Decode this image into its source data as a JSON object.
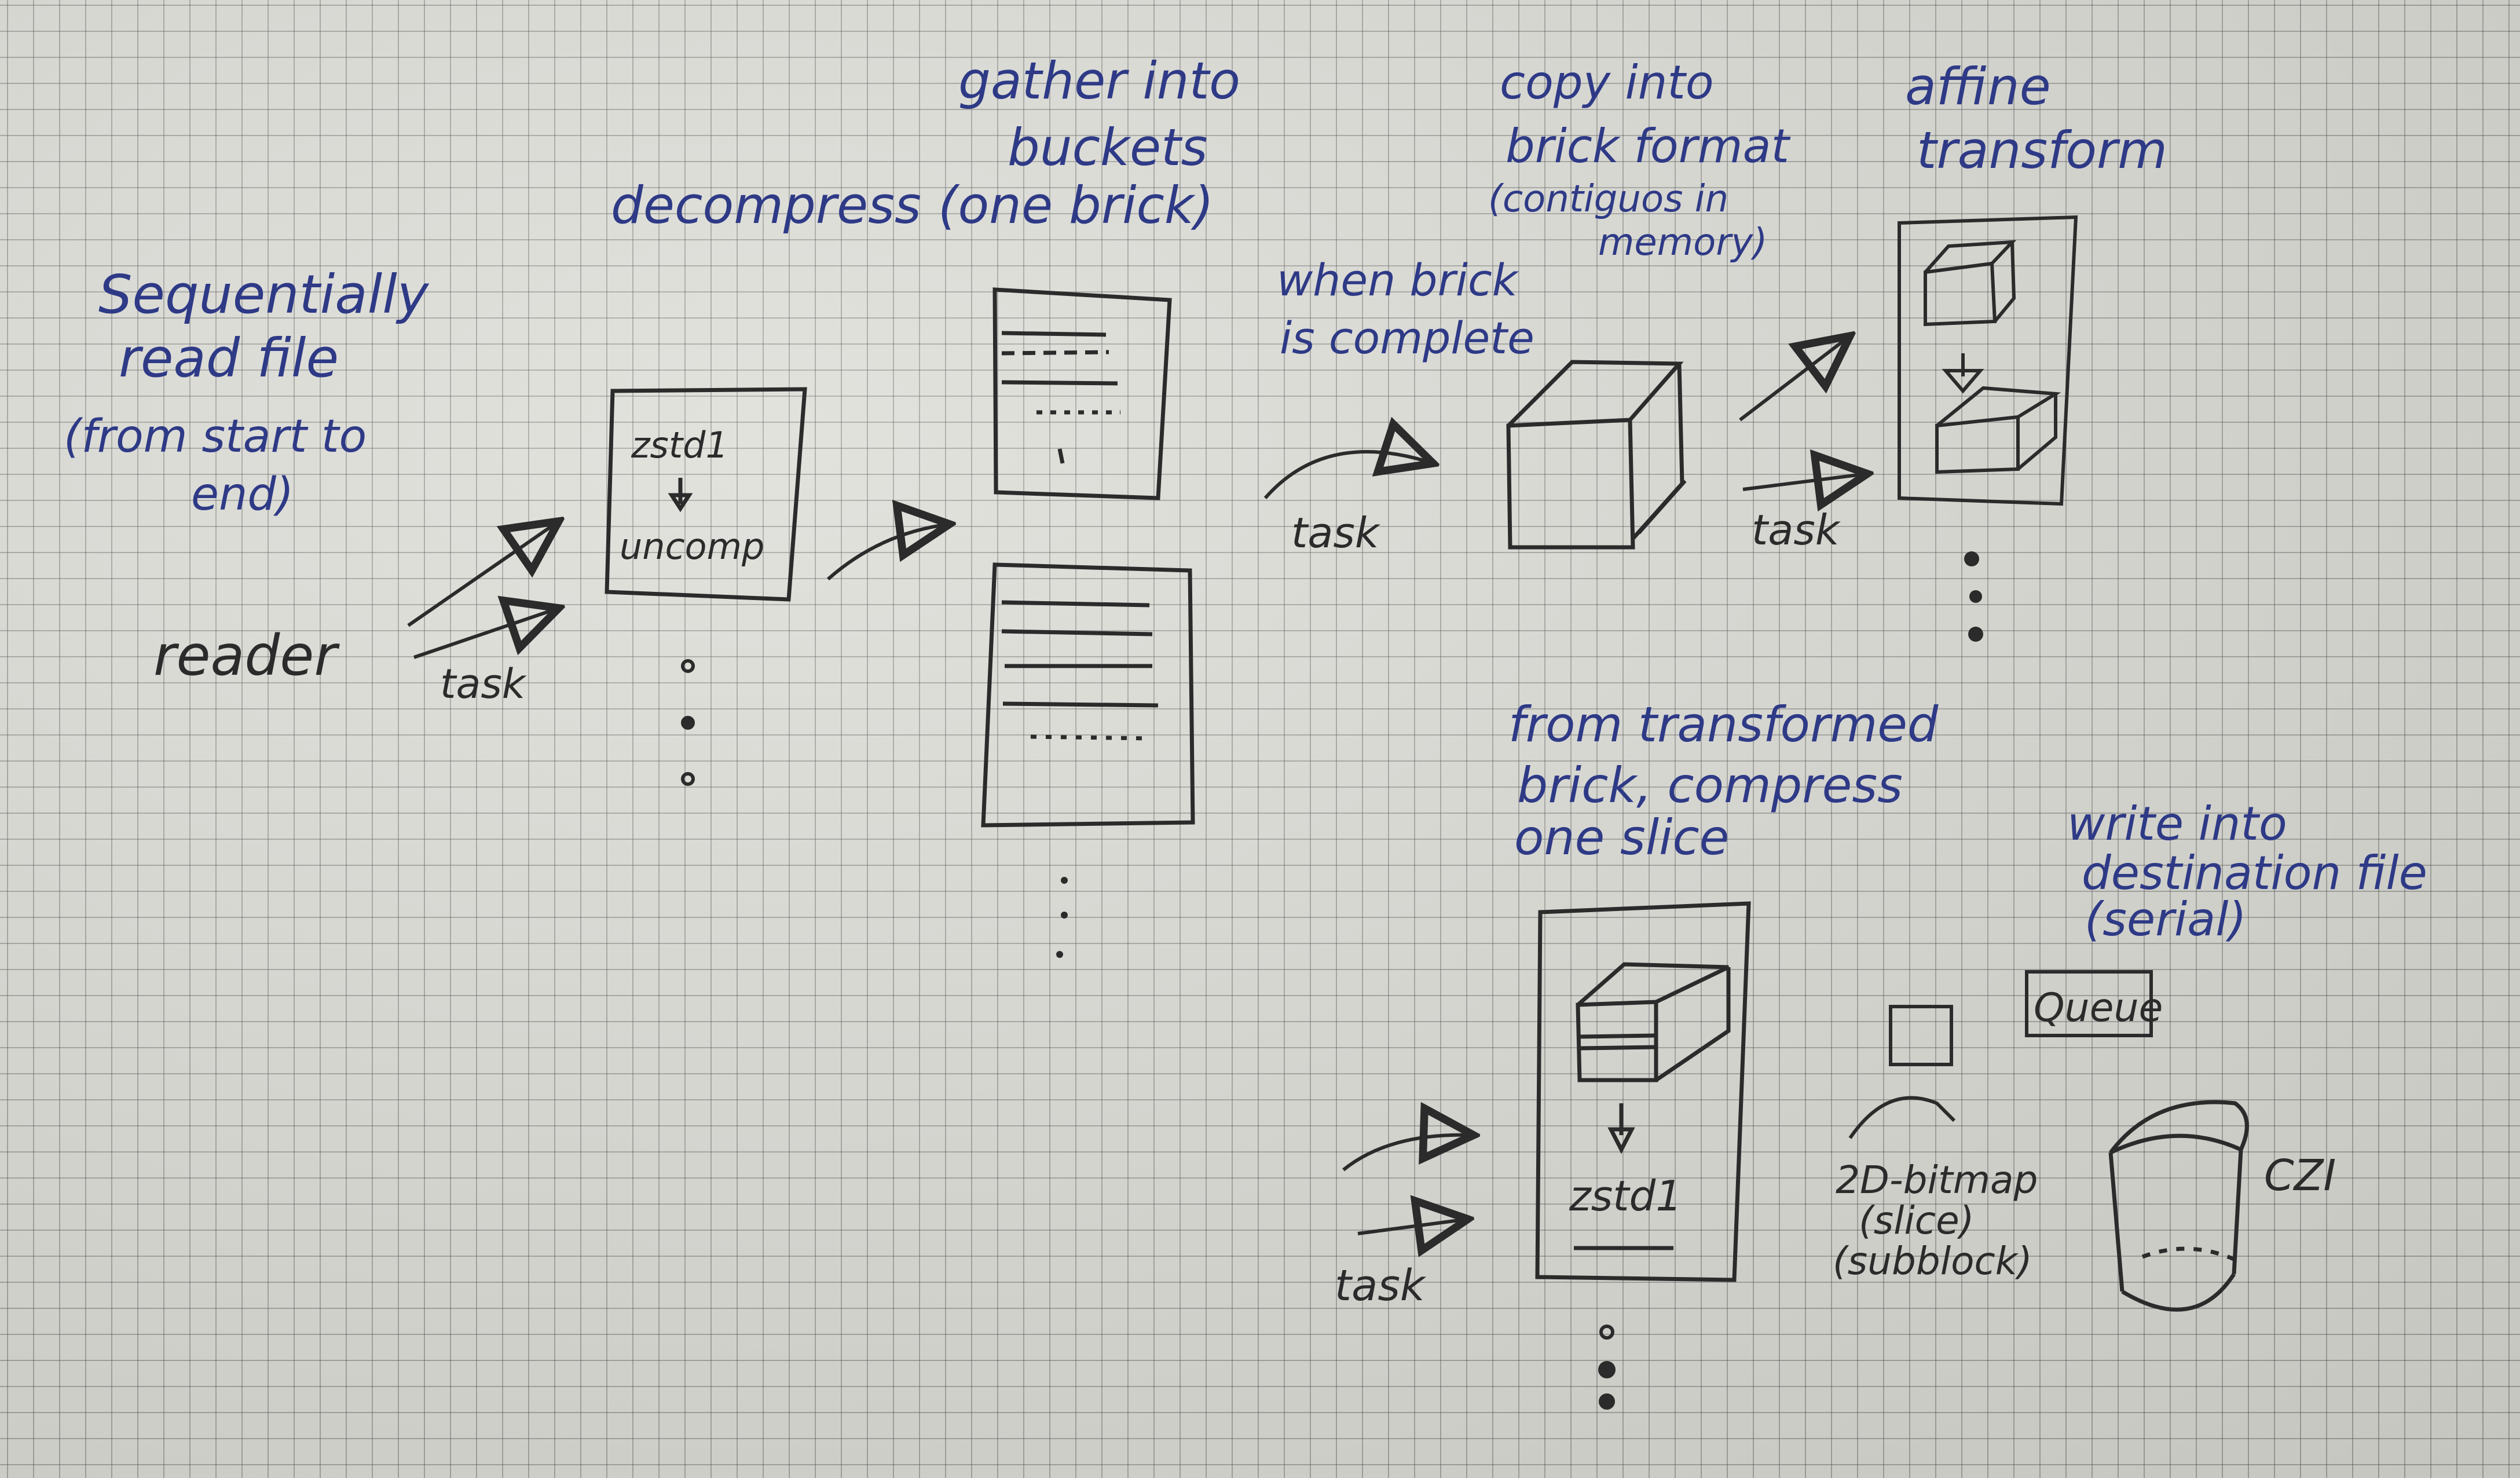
{
  "labels": {
    "sequential_read": [
      "Sequentially",
      "read file",
      "(from start to",
      "end)"
    ],
    "reader": "reader",
    "task_reader": "task",
    "decompress": "decompress",
    "zstd_box": [
      "zstd1",
      "uncomp"
    ],
    "gather": [
      "gather into",
      "buckets",
      "(one brick)"
    ],
    "when_brick": [
      "when brick",
      "is complete"
    ],
    "task_brick": "task",
    "copy_into": [
      "copy into",
      "brick format",
      "(contiguos in",
      "memory)"
    ],
    "task_affine": "task",
    "affine": [
      "affine",
      "transform"
    ],
    "from_transformed": [
      "from transformed",
      "brick, compress",
      "one slice"
    ],
    "zstd_compress": "zstd1",
    "task_compress": "task",
    "bitmap": [
      "2D-bitmap",
      "(slice)",
      "(subblock)"
    ],
    "write_into": [
      "write into",
      "destination file",
      "(serial)"
    ],
    "queue": "Queue",
    "czi": "CZI"
  },
  "colors": {
    "blue_ink": "#2e3a86",
    "black_ink": "#2b2b2b",
    "paper": "#dcdcd6"
  }
}
